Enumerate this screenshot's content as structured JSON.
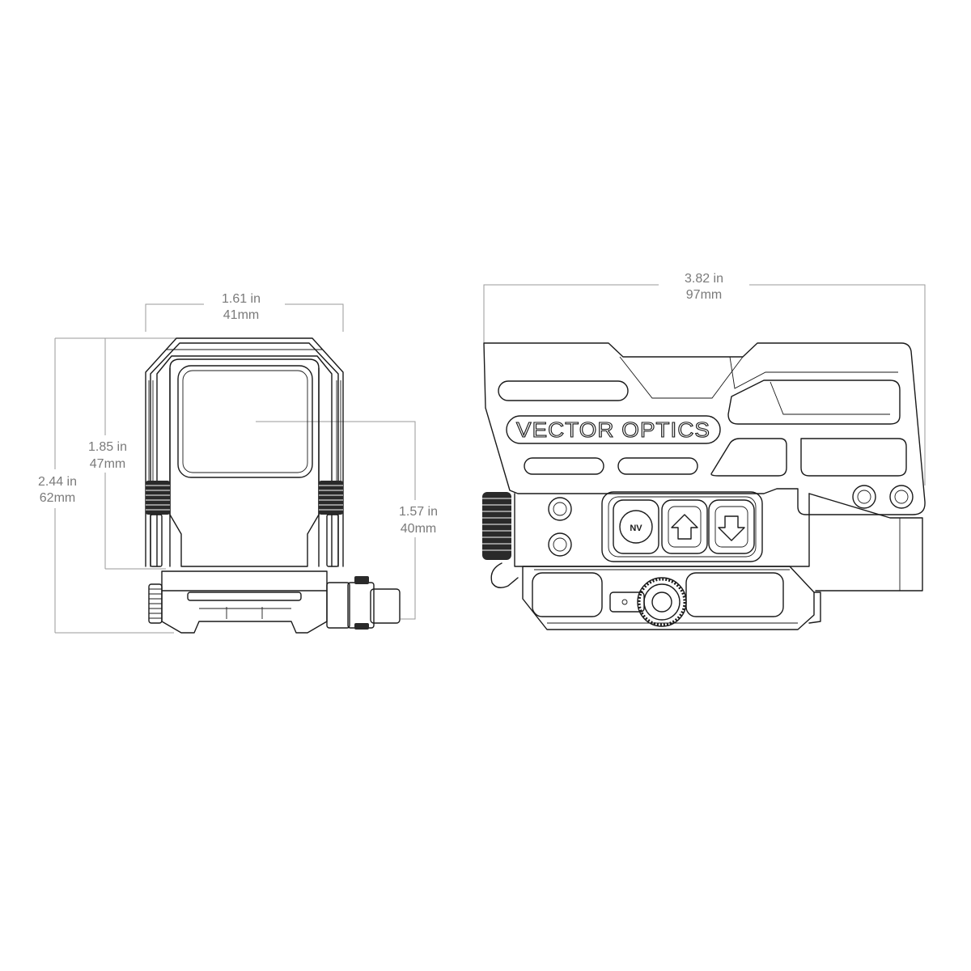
{
  "front_view": {
    "width_dim": {
      "in": "1.61 in",
      "mm": "41mm"
    },
    "window_height_dim": {
      "in": "1.85 in",
      "mm": "47mm"
    },
    "total_height_dim": {
      "in": "2.44 in",
      "mm": "62mm"
    },
    "center_height_dim": {
      "in": "1.57 in",
      "mm": "40mm"
    }
  },
  "side_view": {
    "length_dim": {
      "in": "3.82 in",
      "mm": "97mm"
    },
    "brand_text": "VECTOR OPTICS",
    "buttons": {
      "nv_label": "NV"
    }
  }
}
